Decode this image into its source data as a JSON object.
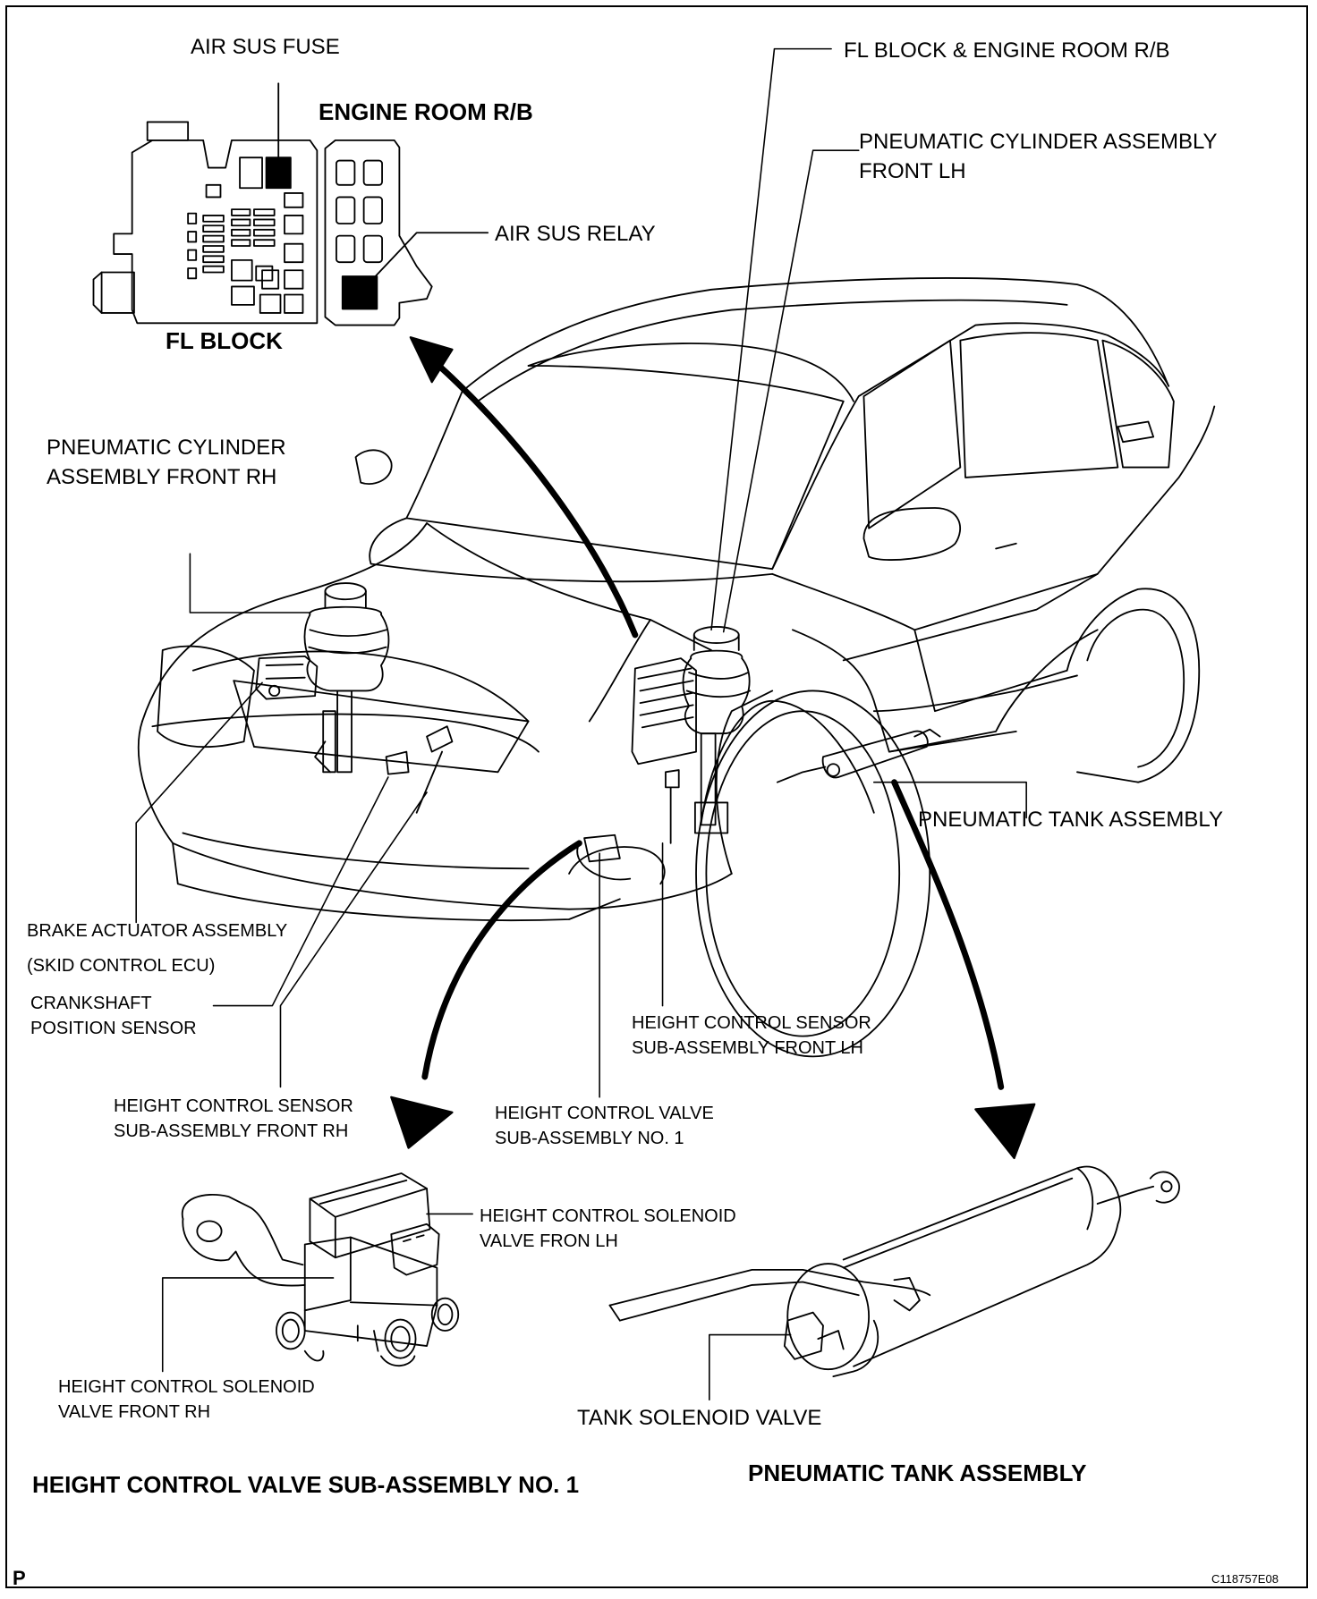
{
  "labels": {
    "air_sus_fuse": "AIR SUS FUSE",
    "engine_room_rb": "ENGINE ROOM R/B",
    "fl_block": "FL BLOCK",
    "air_sus_relay": "AIR SUS RELAY",
    "fl_block_engine_room_rb": "FL BLOCK & ENGINE ROOM R/B",
    "cyl_front_lh_1": "PNEUMATIC CYLINDER ASSEMBLY",
    "cyl_front_lh_2": "FRONT LH",
    "cyl_front_rh_1": "PNEUMATIC CYLINDER",
    "cyl_front_rh_2": "ASSEMBLY FRONT RH",
    "tank_assembly": "PNEUMATIC TANK ASSEMBLY",
    "brake_actuator": "BRAKE ACTUATOR ASSEMBLY",
    "skid_control_ecu": "(SKID CONTROL ECU)",
    "crankshaft_1": "CRANKSHAFT",
    "crankshaft_2": "POSITION SENSOR",
    "hc_sensor_lh_1": "HEIGHT CONTROL SENSOR",
    "hc_sensor_lh_2": "SUB-ASSEMBLY FRONT LH",
    "hc_sensor_rh_1": "HEIGHT CONTROL SENSOR",
    "hc_sensor_rh_2": "SUB-ASSEMBLY FRONT RH",
    "hc_valve_1": "HEIGHT CONTROL VALVE",
    "hc_valve_2": "SUB-ASSEMBLY NO. 1",
    "solenoid_lh_1": "HEIGHT CONTROL SOLENOID",
    "solenoid_lh_2": "VALVE FRON LH",
    "solenoid_rh_1": "HEIGHT CONTROL SOLENOID",
    "solenoid_rh_2": "VALVE FRONT RH",
    "tank_solenoid": "TANK SOLENOID VALVE",
    "bottom_valve_title": "HEIGHT CONTROL VALVE SUB-ASSEMBLY NO. 1",
    "bottom_tank_title": "PNEUMATIC TANK ASSEMBLY",
    "corner_p": "P",
    "figure_code": "C118757E08"
  }
}
